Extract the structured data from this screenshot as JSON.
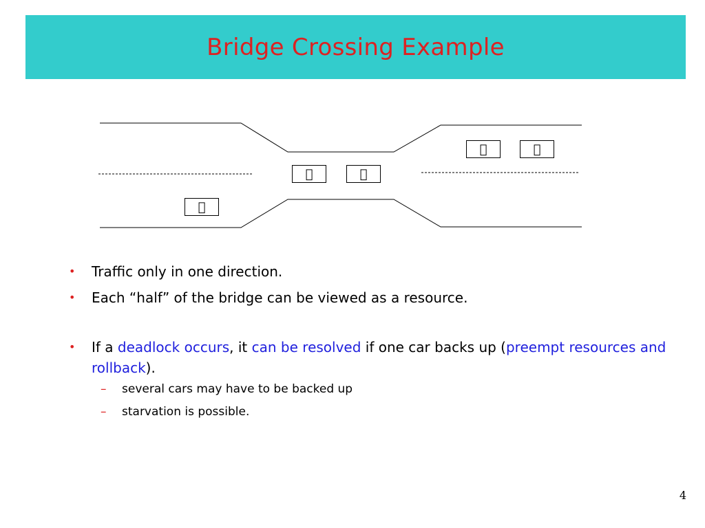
{
  "slide": {
    "title": "Bridge Crossing Example",
    "page_number": "4",
    "title_bar_color": "#33cccc",
    "title_color": "#dd2222",
    "accent_blue": "#1f1fdd"
  },
  "diagram": {
    "car_glyph": "",
    "car_icon": "car-box-icon"
  },
  "bullets": [
    {
      "marker": "•",
      "text": "Traffic only in one direction."
    },
    {
      "marker": "•",
      "text": "Each “half” of the bridge can be viewed as a resource."
    },
    {
      "marker": "•",
      "parts": [
        "If a ",
        "deadlock occurs",
        ", it ",
        "can be resolved",
        " if one car backs up (",
        "preempt resources and rollback",
        ")."
      ],
      "sub": [
        {
          "marker": "–",
          "text": "several cars may have to be backed up"
        },
        {
          "marker": "–",
          "text": "starvation is possible."
        }
      ]
    }
  ]
}
